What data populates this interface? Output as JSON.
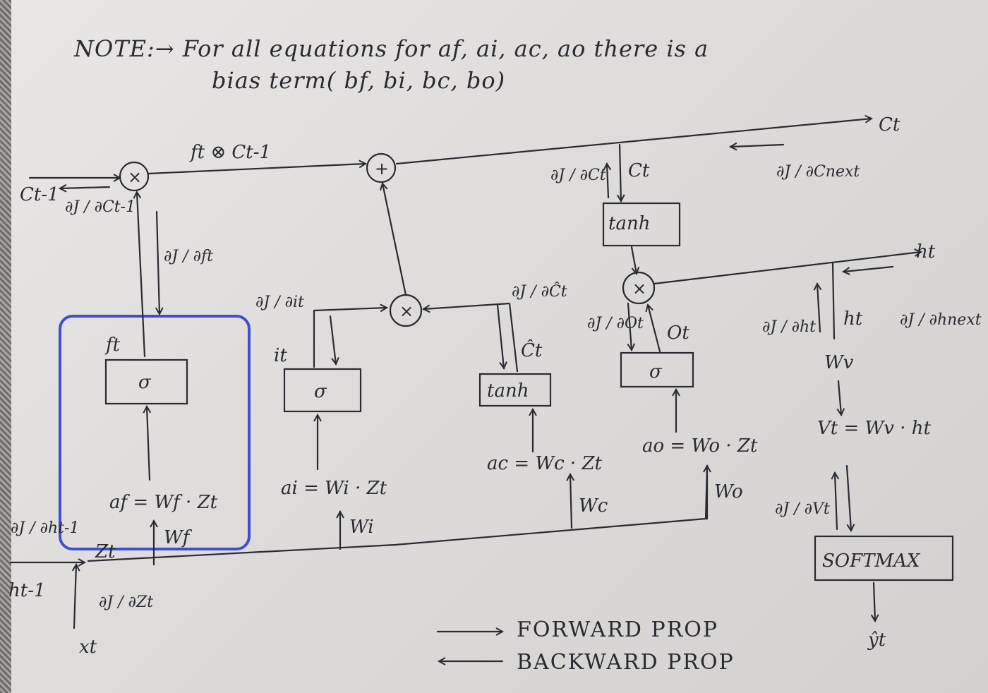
{
  "note": {
    "line1": "NOTE:→ For all equations for af, ai, ac, ao there is a",
    "line2": "bias term( bf, bi, bc, bo)"
  },
  "ops": {
    "mul": "×",
    "add": "+"
  },
  "gates": {
    "forget": {
      "box": "σ",
      "out": "ft",
      "eq": "af = Wf · Zt",
      "weight": "Wf",
      "grad": "∂J / ∂ft"
    },
    "input": {
      "box": "σ",
      "out": "it",
      "eq": "ai = Wi · Zt",
      "weight": "Wi",
      "grad": "∂J / ∂it"
    },
    "candidate": {
      "box": "tanh",
      "out": "Ĉt",
      "eq": "ac = Wc · Zt",
      "weight": "Wc",
      "grad": "∂J / ∂Ĉt"
    },
    "output": {
      "box": "σ",
      "out": "Ot",
      "eq": "ao = Wo · Zt",
      "weight": "Wo",
      "grad": "∂J / ∂Ot"
    }
  },
  "cell": {
    "ft_c_prev": "ft ⊗ Ct-1",
    "c_prev": "Ct-1",
    "c_prev_grad": "∂J / ∂Ct-1",
    "c_out": "Ct",
    "c_next_grad": "∂J / ∂Cnext",
    "c_t": "Ct",
    "c_t_grad": "∂J / ∂Ct",
    "tanh": "tanh"
  },
  "hidden": {
    "h_out": "ht",
    "h_next_grad": "∂J / ∂hnext",
    "h_t": "ht",
    "h_t_grad": "∂J / ∂ht",
    "wv": "Wv",
    "vt_eq": "Vt = Wv · ht",
    "vt_grad": "∂J / ∂Vt",
    "softmax": "SOFTMAX",
    "y_hat": "ŷt",
    "h_prev": "ht-1",
    "h_prev_grad": "∂J / ∂ht-1",
    "zt": "Zt",
    "zt_grad": "∂J / ∂Zt",
    "xt": "xt"
  },
  "legend": {
    "forward": "FORWARD PROP",
    "backward": "BACKWARD PROP"
  },
  "colors": {
    "ink": "#2a2a33",
    "highlight": "#3d4fd6",
    "paper": "#e4e2e0"
  }
}
